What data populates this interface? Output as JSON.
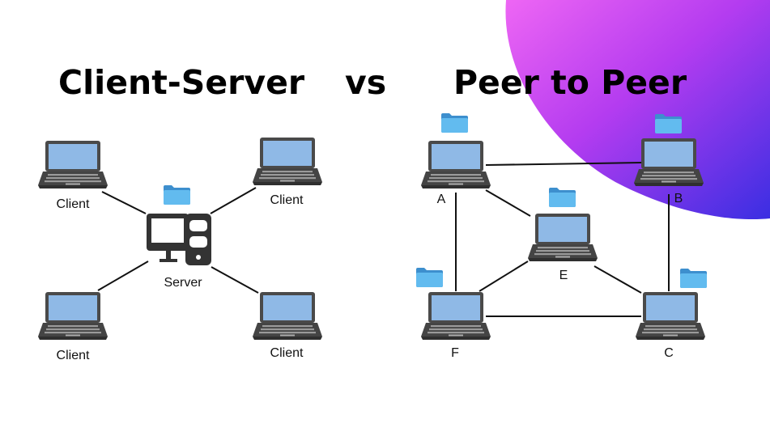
{
  "titles": {
    "left": "Client-Server",
    "middle": "vs",
    "right": "Peer to Peer"
  },
  "client_server": {
    "server_label": "Server",
    "clients": [
      {
        "label": "Client"
      },
      {
        "label": "Client"
      },
      {
        "label": "Client"
      },
      {
        "label": "Client"
      }
    ]
  },
  "peer_to_peer": {
    "nodes": [
      {
        "label": "A"
      },
      {
        "label": "B"
      },
      {
        "label": "E"
      },
      {
        "label": "F"
      },
      {
        "label": "C"
      }
    ],
    "links": [
      [
        "A",
        "B"
      ],
      [
        "A",
        "E"
      ],
      [
        "A",
        "F"
      ],
      [
        "B",
        "C"
      ],
      [
        "E",
        "F"
      ],
      [
        "E",
        "C"
      ],
      [
        "F",
        "C"
      ]
    ]
  },
  "colors": {
    "screen": "#8fb9e6",
    "laptop_body": "#4a4a4a",
    "folder": "#5fb6ee",
    "server": "#333333",
    "blob_start": "#ea5cf0",
    "blob_end": "#3b2fe0"
  }
}
